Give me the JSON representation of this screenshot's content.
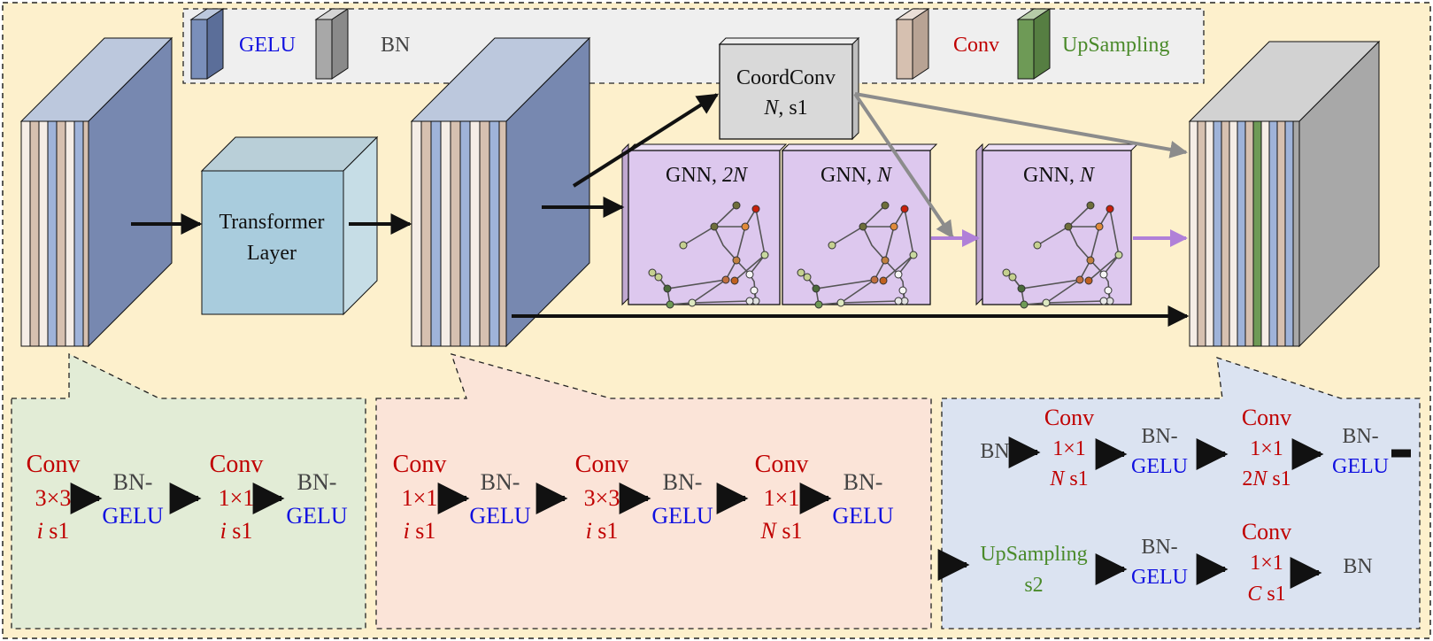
{
  "colors": {
    "background": "#fdf0cc",
    "legend_bg": "#efefef",
    "gelu": "#7a8fba",
    "bn": "#a8a8a8",
    "conv": "#d6c0b0",
    "upsampling": "#6e9a56",
    "transformer": "#a9ccdd",
    "coordconv": "#d9d9d9",
    "gnn": "#ddc8ee",
    "panel_green": "#e2ecd6",
    "panel_peach": "#fbe4d8",
    "panel_blue": "#dbe3f1",
    "conv_text": "#c00000",
    "gelu_text": "#1010e0",
    "bn_text": "#444444",
    "upsampling_text": "#4a8a2a",
    "purple_arrow": "#b080d8"
  },
  "legend": {
    "gelu": "GELU",
    "bn": "BN",
    "conv": "Conv",
    "upsampling": "UpSampling"
  },
  "transformer": {
    "line1": "Transformer",
    "line2": "Layer"
  },
  "coordconv": {
    "line1": "CoordConv",
    "line2_italic": "N",
    "line2_rest": ", s1"
  },
  "gnn": [
    {
      "prefix": "GNN, ",
      "suffix": "2N"
    },
    {
      "prefix": "GNN, ",
      "suffix": "N"
    },
    {
      "prefix": "GNN, ",
      "suffix": "N"
    }
  ],
  "panel1": {
    "conv1": {
      "label": "Conv",
      "kernel": "3×3",
      "ch": "i",
      "stride": " s1"
    },
    "bngelu1": {
      "bn": "BN-",
      "gelu": "GELU"
    },
    "conv2": {
      "label": "Conv",
      "kernel": "1×1",
      "ch": "i",
      "stride": " s1"
    },
    "bngelu2": {
      "bn": "BN-",
      "gelu": "GELU"
    }
  },
  "panel2": {
    "conv1": {
      "label": "Conv",
      "kernel": "1×1",
      "ch": "i",
      "stride": " s1"
    },
    "bngelu1": {
      "bn": "BN-",
      "gelu": "GELU"
    },
    "conv2": {
      "label": "Conv",
      "kernel": "3×3",
      "ch": "i",
      "stride": " s1"
    },
    "bngelu2": {
      "bn": "BN-",
      "gelu": "GELU"
    },
    "conv3": {
      "label": "Conv",
      "kernel": "1×1",
      "ch": "N",
      "stride": " s1"
    },
    "bngelu3": {
      "bn": "BN-",
      "gelu": "GELU"
    }
  },
  "panel3": {
    "bn_start": "BN",
    "conv1": {
      "label": "Conv",
      "kernel": "1×1",
      "ch": "N",
      "stride": " s1"
    },
    "bngelu1": {
      "bn": "BN-",
      "gelu": "GELU"
    },
    "conv2": {
      "label": "Conv",
      "kernel": "1×1",
      "ch_prefix": "2",
      "ch": "N",
      "stride": " s1"
    },
    "bngelu2": {
      "bn": "BN-",
      "gelu": "GELU"
    },
    "upsampling": {
      "label": "UpSampling",
      "stride": "s2"
    },
    "bngelu3": {
      "bn": "BN-",
      "gelu": "GELU"
    },
    "conv3": {
      "label": "Conv",
      "kernel": "1×1",
      "ch": "C",
      "stride": " s1"
    },
    "bn_end": "BN"
  }
}
